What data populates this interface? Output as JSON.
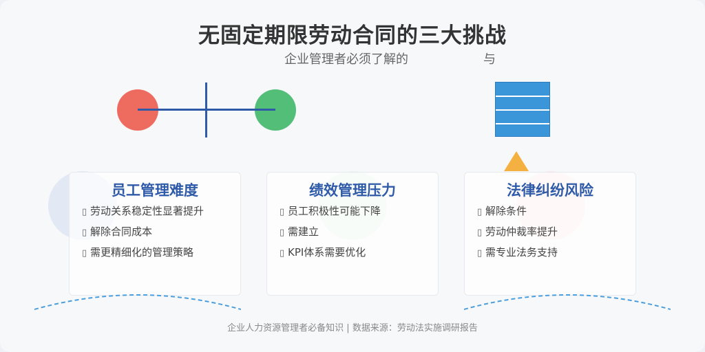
{
  "title": "无固定期限劳动合同的三大挑战",
  "subtitle": {
    "left": "企业管理者必须了解的",
    "right": "与"
  },
  "bullet_glyph": "▯",
  "colors": {
    "red": "#ee6b5f",
    "green": "#52be78",
    "blue": "#3b95d9",
    "navy": "#2e5aa8",
    "orange": "#f4b040",
    "card_title": "#2e5aa8",
    "bg_blue": "#e3e9f4",
    "bg_green": "#e6f5ea",
    "bg_red": "#fae6e6",
    "arc": "#4a9edc"
  },
  "cards": [
    {
      "title": "员工管理难度",
      "items": [
        "劳动关系稳定性显著提升",
        "解除合同成本",
        "需更精细化的管理策略"
      ]
    },
    {
      "title": "绩效管理压力",
      "items": [
        "员工积极性可能下降",
        "需建立",
        "KPI体系需要优化"
      ]
    },
    {
      "title": "法律纠纷风险",
      "items": [
        "解除条件",
        "劳动仲裁率提升",
        "需专业法务支持"
      ]
    }
  ],
  "footer": "企业人力资源管理者必备知识 | 数据来源：劳动法实施调研报告"
}
